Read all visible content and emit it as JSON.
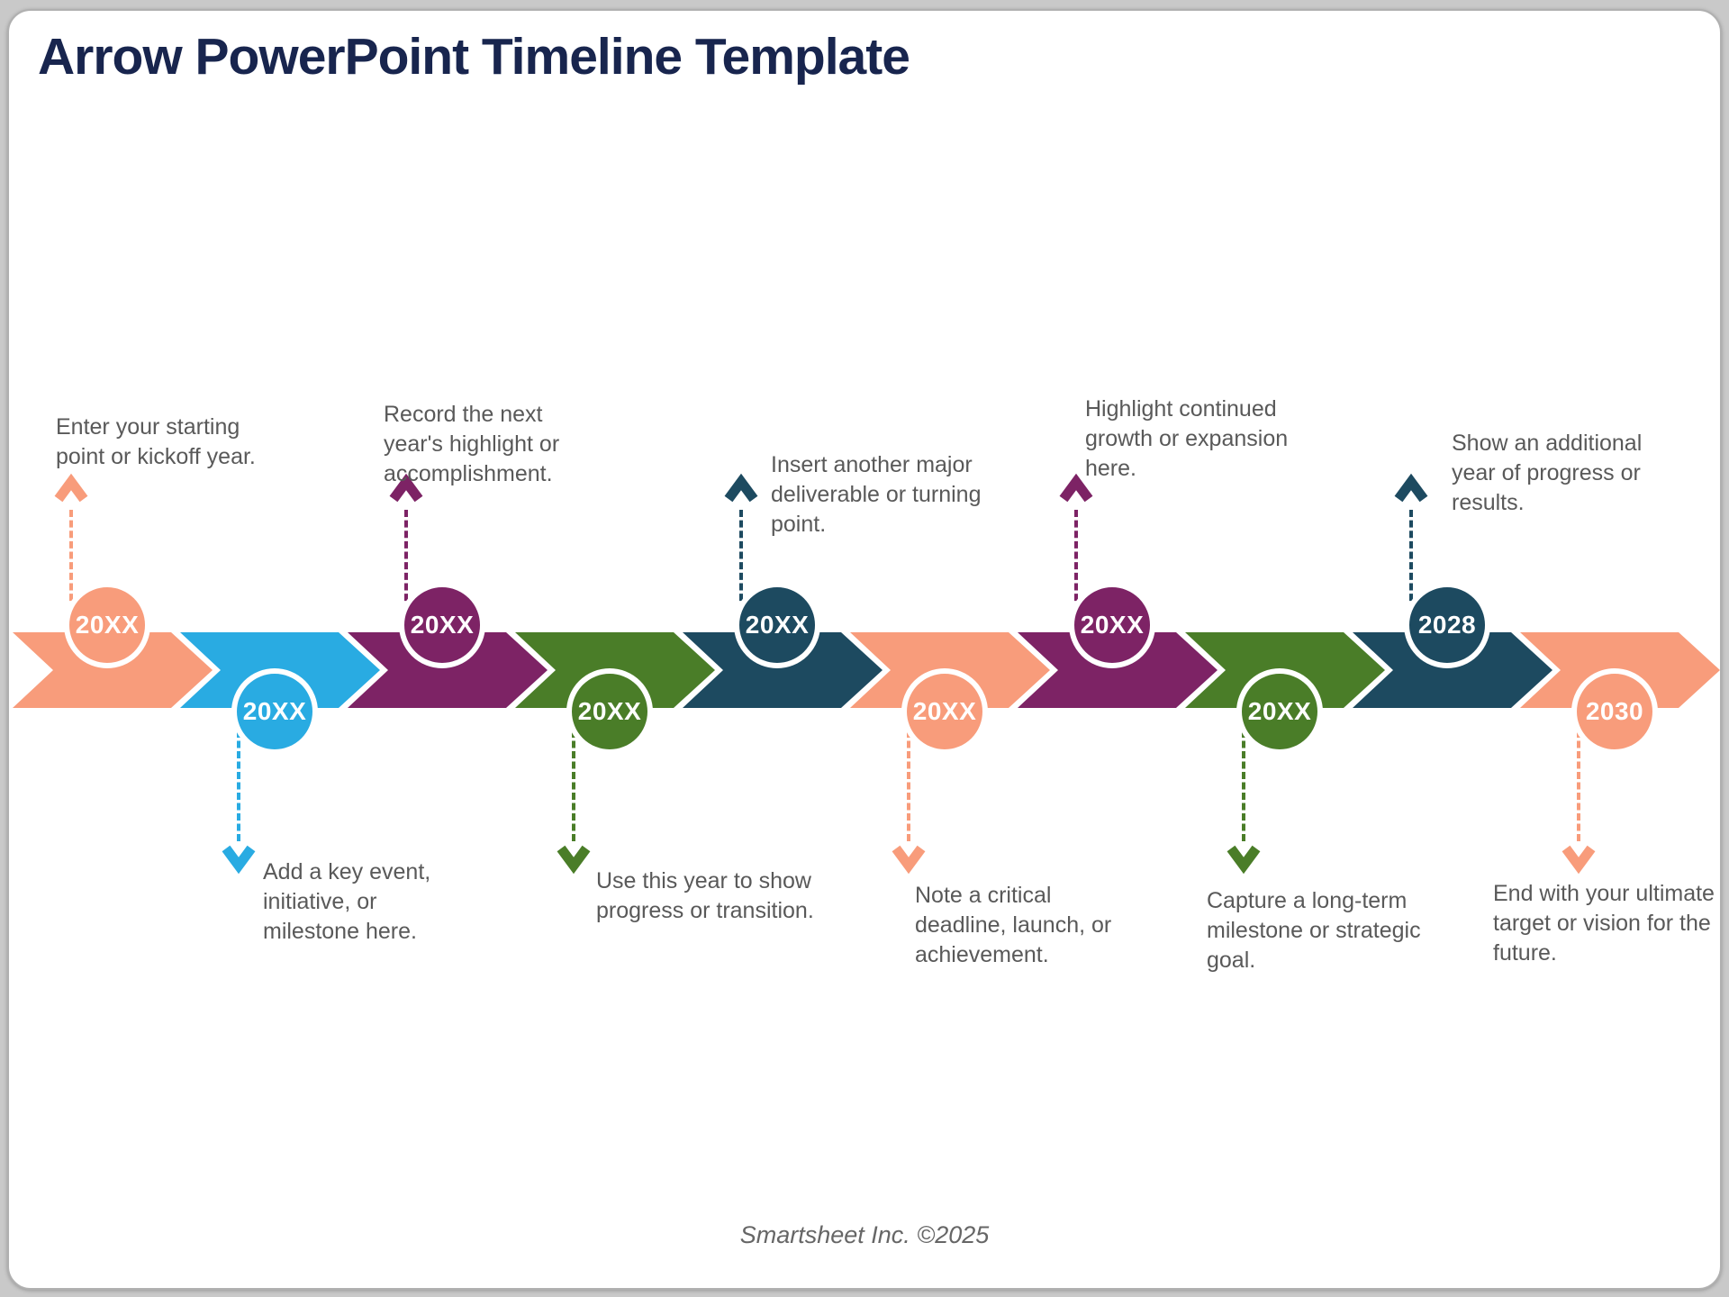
{
  "page": {
    "title": "Arrow PowerPoint Timeline Template",
    "footer": "Smartsheet Inc. ©2025"
  },
  "colors": {
    "title_navy": "#18254e",
    "body_text_gray": "#595959",
    "orange": "#F89C7B",
    "blue": "#29ABE2",
    "purple": "#7D2365",
    "green": "#4A7D28",
    "navy": "#1D4A60"
  },
  "timeline": {
    "items": [
      {
        "year": "20XX",
        "color": "#F89C7B",
        "position": "top",
        "description": "Enter your starting point or kickoff year."
      },
      {
        "year": "20XX",
        "color": "#29ABE2",
        "position": "bottom",
        "description": "Add a key event, initiative, or milestone here."
      },
      {
        "year": "20XX",
        "color": "#7D2365",
        "position": "top",
        "description": "Record the next year's highlight or accomplishment."
      },
      {
        "year": "20XX",
        "color": "#4A7D28",
        "position": "bottom",
        "description": "Use this year to show progress or transition."
      },
      {
        "year": "20XX",
        "color": "#1D4A60",
        "position": "top",
        "description": "Insert another major deliverable or turning point."
      },
      {
        "year": "20XX",
        "color": "#F89C7B",
        "position": "bottom",
        "description": "Note a critical deadline, launch, or achievement."
      },
      {
        "year": "20XX",
        "color": "#7D2365",
        "position": "top",
        "description": "Highlight continued growth or expansion here."
      },
      {
        "year": "20XX",
        "color": "#4A7D28",
        "position": "bottom",
        "description": "Capture a long-term milestone or strategic goal."
      },
      {
        "year": "2028",
        "color": "#1D4A60",
        "position": "top",
        "description": "Show an additional year of progress or results."
      },
      {
        "year": "2030",
        "color": "#F89C7B",
        "position": "bottom",
        "description": "End with your ultimate target or vision for the future."
      }
    ]
  }
}
